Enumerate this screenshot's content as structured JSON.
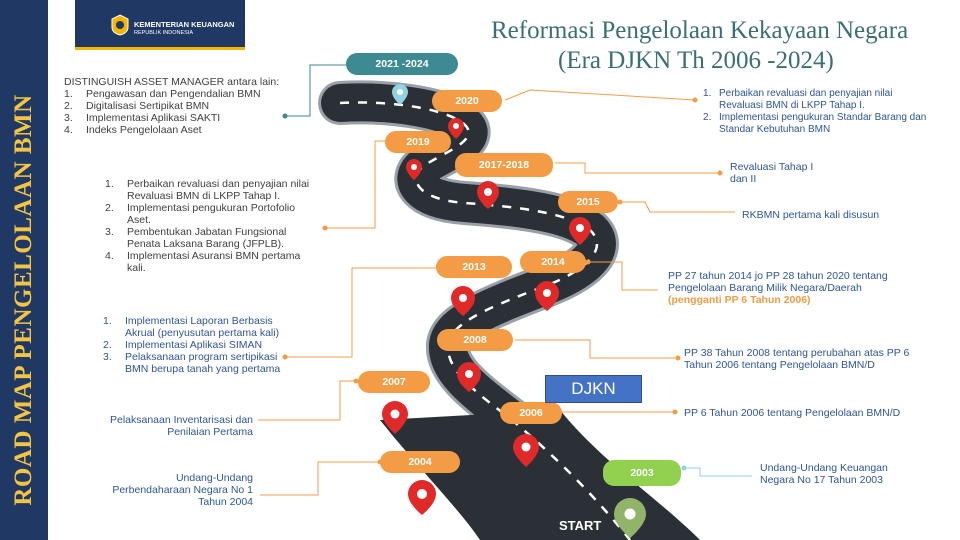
{
  "sidebar_title": "ROAD MAP PENGELOLAAN BMN",
  "logo": {
    "line1": "KEMENTERIAN KEUANGAN",
    "line2": "REPUBLIK INDONESIA"
  },
  "title": {
    "line1": "Reformasi Pengelolaan Kekayaan Negara",
    "line2": "(Era DJKN  Th 2006 -2024)"
  },
  "djkn_label": "DJKN",
  "start_label": "START",
  "milestones": {
    "y2021": "2021 -2024",
    "y2020": "2020",
    "y2019": "2019",
    "y2017": "2017-2018",
    "y2015": "2015",
    "y2014": "2014",
    "y2013": "2013",
    "y2008": "2008",
    "y2007": "2007",
    "y2006": "2006",
    "y2004": "2004",
    "y2003": "2003"
  },
  "notes": {
    "n2021": {
      "intro": "DISTINGUISH  ASSET MANAGER antara lain:",
      "items": [
        "Pengawasan dan Pengendalian  BMN",
        "Digitalisasi Sertipikat BMN",
        "Implementasi  Aplikasi SAKTI",
        "Indeks Pengelolaan Aset"
      ]
    },
    "n2020": [
      "Perbaikan revaluasi dan penyajian nilai Revaluasi BMN di LKPP Tahap I.",
      "Implementasi pengukuran Standar Barang dan Standar Kebutuhan BMN"
    ],
    "n2019": [
      "Perbaikan revaluasi dan penyajian nilai Revaluasi BMN  di LKPP Tahap I.",
      "Implementasi  pengukuran Portofolio Aset.",
      "Pembentukan Jabatan Fungsional Penata Laksana Barang (JFPLB).",
      "Implementasi  Asuransi BMN pertama kali."
    ],
    "n2017": "Revaluasi Tahap I dan II",
    "n2015": "RKBMN pertama kali disusun",
    "n2014_main": "PP 27 tahun 2014 jo PP 28 tahun 2020  tentang Pengelolaan Barang Milik Negara/Daerah",
    "n2014_note": "(pengganti PP 6 Tahun 2006)",
    "n2013": [
      "Implementasi Laporan Berbasis Akrual (penyusutan pertama kali)",
      "Implementasi Aplikasi SIMAN",
      "Pelaksanaan program sertipikasi BMN berupa tanah yang pertama"
    ],
    "n2008": "PP 38 Tahun 2008 tentang perubahan atas PP 6 Tahun 2006 tentang Pengelolaan BMN/D",
    "n2007": "Pelaksanaan Inventarisasi dan Penilaian Pertama",
    "n2006": "PP 6 Tahun 2006 tentang Pengelolaan BMN/D",
    "n2004": "Undang-Undang Perbendaharaan Negara No 1 Tahun 2004",
    "n2003": "Undang-Undang Keuangan Negara No 17 Tahun 2003"
  },
  "colors": {
    "navy": "#1f3864",
    "gold": "#f5c542",
    "orange": "#f39c45",
    "teal": "#3e8a92",
    "green": "#92d050",
    "road": "#2b2f36",
    "pin": "#e02a2a"
  }
}
